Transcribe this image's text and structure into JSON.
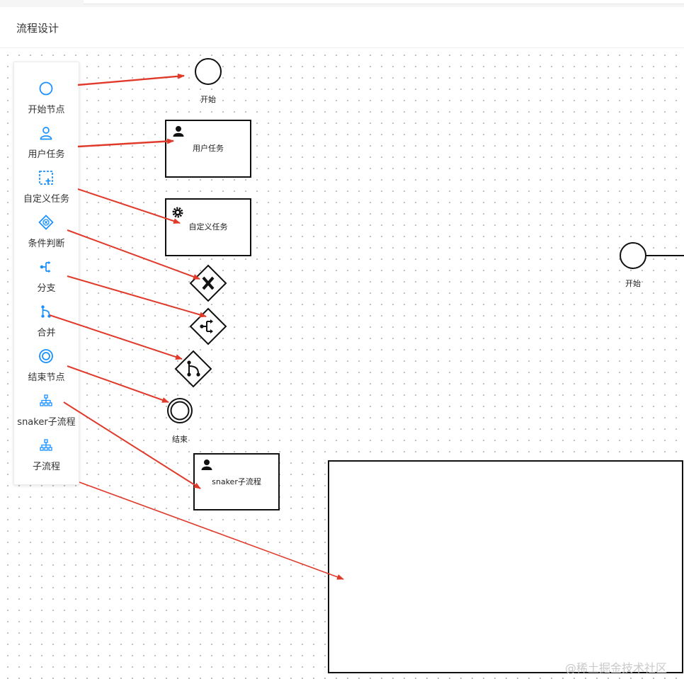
{
  "header": {
    "title": "流程设计"
  },
  "palette": {
    "items": [
      {
        "label": "开始节点",
        "icon": "circle-icon"
      },
      {
        "label": "用户任务",
        "icon": "user-icon"
      },
      {
        "label": "自定义任务",
        "icon": "custom-task-icon"
      },
      {
        "label": "条件判断",
        "icon": "exclusive-gateway-icon"
      },
      {
        "label": "分支",
        "icon": "fork-icon"
      },
      {
        "label": "合并",
        "icon": "join-icon"
      },
      {
        "label": "结束节点",
        "icon": "end-circle-icon"
      },
      {
        "label": "snaker子流程",
        "icon": "subprocess-tree-icon"
      },
      {
        "label": "子流程",
        "icon": "subprocess-tree-icon"
      }
    ]
  },
  "diagram": {
    "start_label": "开始",
    "user_task_label": "用户任务",
    "custom_task_label": "自定义任务",
    "end_label": "结束",
    "snaker_subprocess_label": "snaker子流程",
    "right_start_label": "开始"
  },
  "watermark": "@稀土掘金技术社区",
  "colors": {
    "accent": "#1890ff",
    "arrow": "#e03a2b",
    "stroke": "#111111"
  }
}
